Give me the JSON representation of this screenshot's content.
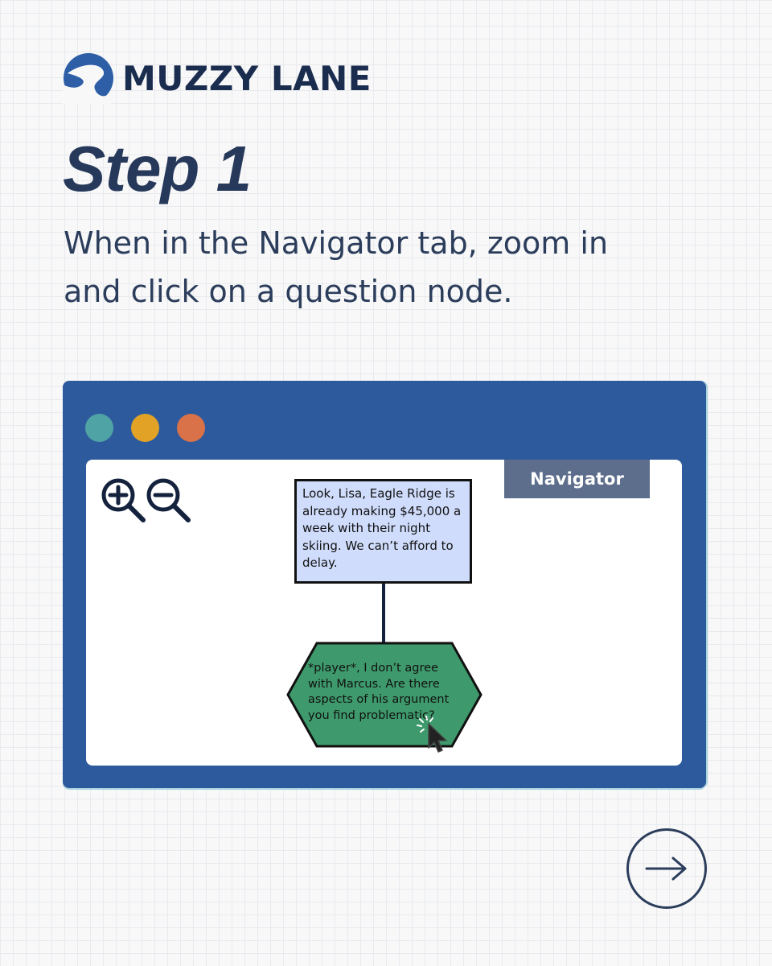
{
  "brand": {
    "name": "MUZZY LANE",
    "logo_icon": "muzzy-lane-logo-icon",
    "color": "#1a2d4f",
    "logo_color": "#2d5ea6"
  },
  "step": {
    "title": "Step 1",
    "instruction": "When in the Navigator tab, zoom in and click on a question node."
  },
  "window": {
    "frame_color": "#2d5a9c",
    "controls": [
      {
        "name": "window-dot-teal",
        "color": "#4fa3a5"
      },
      {
        "name": "window-dot-yellow",
        "color": "#e1a226"
      },
      {
        "name": "window-dot-orange",
        "color": "#d97149"
      }
    ],
    "navigator_tab": {
      "label": "Navigator",
      "color": "#5d6d8c"
    },
    "zoom": {
      "in_icon": "zoom-in-icon",
      "out_icon": "zoom-out-icon"
    },
    "nodes": {
      "statement": {
        "text": "Look, Lisa, Eagle Ridge is already making $45,000 a week with their night skiing. We can’t afford to delay.",
        "color": "#cfdcfb"
      },
      "question": {
        "text": "*player*, I don’t agree with Marcus. Are there aspects of his argument you find problematic?",
        "color": "#3e9a6c"
      }
    },
    "cursor_icon": "pointer-click-icon"
  },
  "next_button": {
    "icon": "arrow-right-icon"
  }
}
